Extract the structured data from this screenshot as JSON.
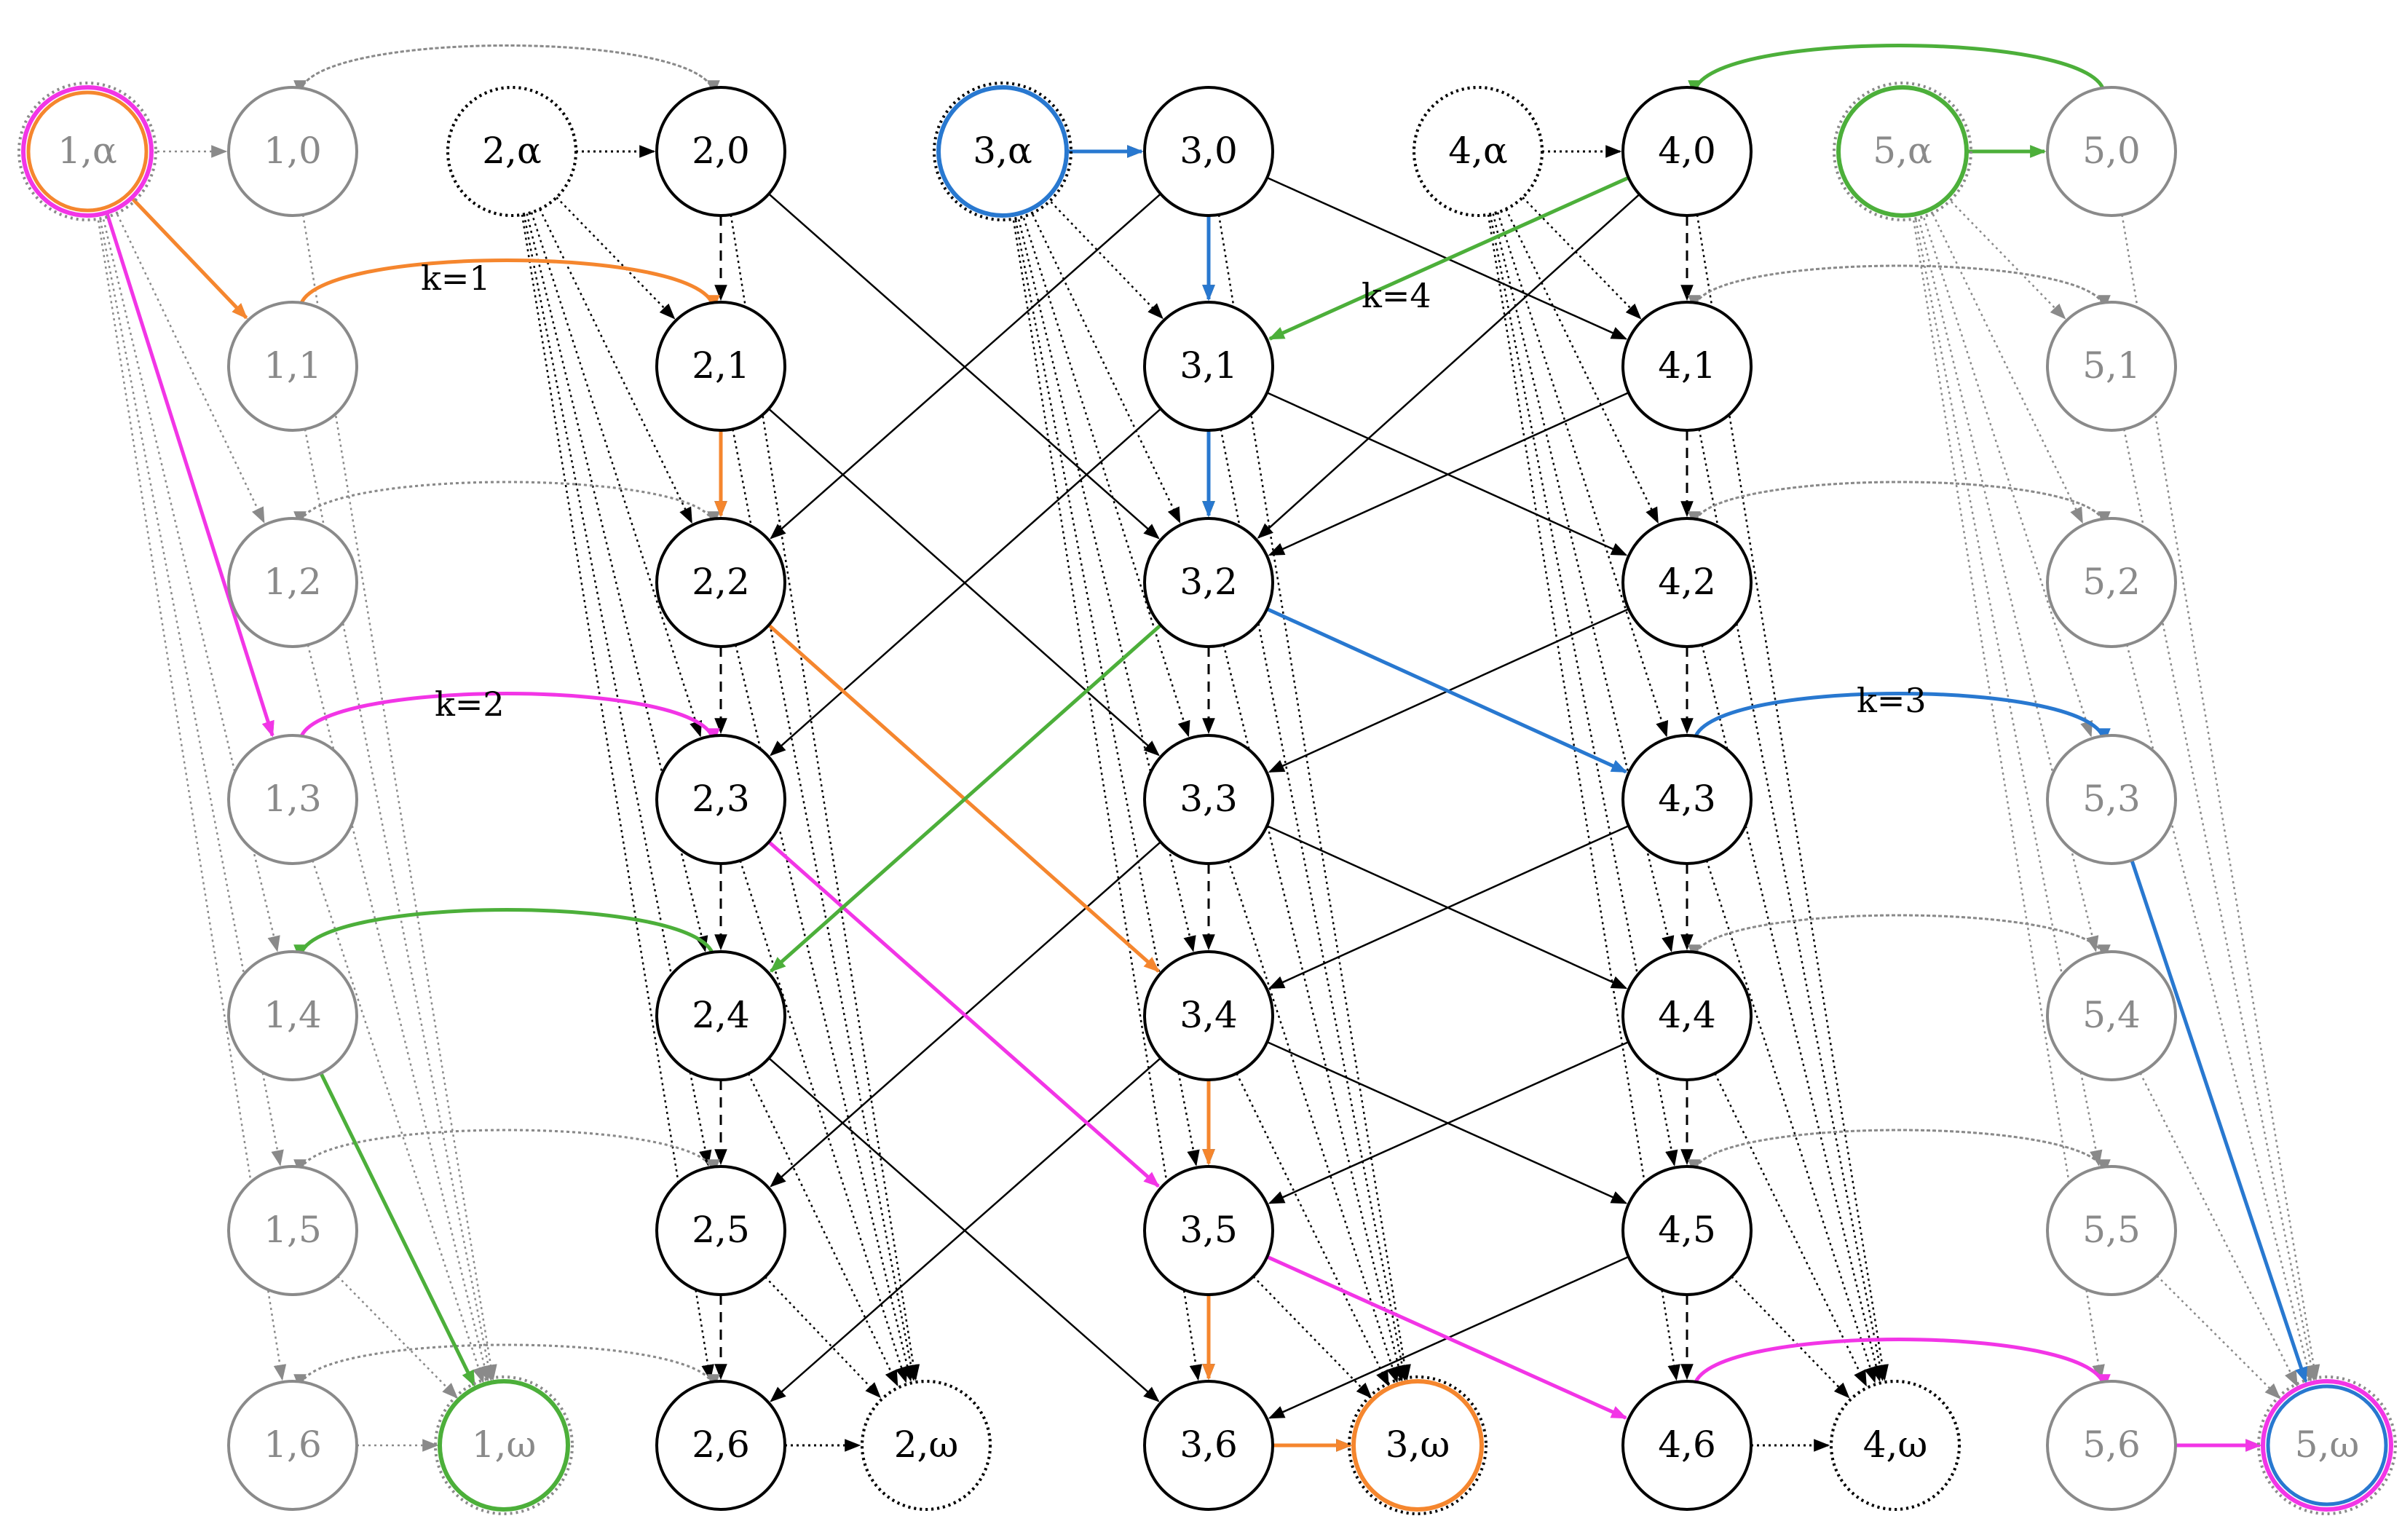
{
  "colors": {
    "black": "#000000",
    "gray": "#8a8a8a",
    "orange": "#f5862e",
    "magenta": "#f235e6",
    "green": "#4caf3a",
    "blue": "#2878d0"
  },
  "groups": [
    {
      "id": 1,
      "color": "gray"
    },
    {
      "id": 2,
      "color": "black"
    },
    {
      "id": 3,
      "color": "black"
    },
    {
      "id": 4,
      "color": "black"
    },
    {
      "id": 5,
      "color": "gray"
    }
  ],
  "layers": [
    "α",
    "0",
    "1",
    "2",
    "3",
    "4",
    "5",
    "6",
    "ω"
  ],
  "sentinel_styles": {
    "1,α": {
      "ring": [
        "magenta",
        "orange"
      ]
    },
    "1,ω": {
      "ring": [
        "green"
      ]
    },
    "2,α": {
      "ring": []
    },
    "2,ω": {
      "ring": []
    },
    "3,α": {
      "ring": [
        "blue"
      ]
    },
    "3,ω": {
      "ring": [
        "orange"
      ]
    },
    "4,α": {
      "ring": []
    },
    "4,ω": {
      "ring": []
    },
    "5,α": {
      "ring": [
        "green"
      ]
    },
    "5,ω": {
      "ring": [
        "magenta",
        "blue"
      ]
    }
  },
  "k_labels": [
    {
      "text": "k=1"
    },
    {
      "text": "k=2"
    },
    {
      "text": "k=3"
    },
    {
      "text": "k=4"
    }
  ],
  "highlight_paths": [
    {
      "color": "orange",
      "edges": [
        [
          "1,α",
          "1,1"
        ],
        [
          "1,1",
          "2,1"
        ],
        [
          "2,1",
          "2,2"
        ],
        [
          "2,2",
          "3,4"
        ],
        [
          "3,4",
          "3,5"
        ],
        [
          "3,5",
          "3,6"
        ],
        [
          "3,6",
          "3,ω"
        ]
      ]
    },
    {
      "color": "magenta",
      "edges": [
        [
          "1,α",
          "1,3"
        ],
        [
          "1,3",
          "2,3"
        ],
        [
          "2,3",
          "3,5"
        ],
        [
          "3,5",
          "4,6"
        ],
        [
          "4,6",
          "5,6"
        ],
        [
          "5,6",
          "5,ω"
        ]
      ]
    },
    {
      "color": "green",
      "edges": [
        [
          "5,α",
          "5,0"
        ],
        [
          "5,0",
          "4,0"
        ],
        [
          "4,0",
          "3,1"
        ],
        [
          "3,1",
          "3,2"
        ],
        [
          "3,2",
          "2,4"
        ],
        [
          "2,4",
          "1,4"
        ],
        [
          "1,4",
          "1,ω"
        ]
      ]
    },
    {
      "color": "blue",
      "edges": [
        [
          "3,α",
          "3,0"
        ],
        [
          "3,0",
          "3,1"
        ],
        [
          "3,1",
          "3,2"
        ],
        [
          "3,2",
          "4,3"
        ],
        [
          "4,3",
          "5,3"
        ],
        [
          "5,3",
          "5,ω"
        ]
      ]
    }
  ]
}
